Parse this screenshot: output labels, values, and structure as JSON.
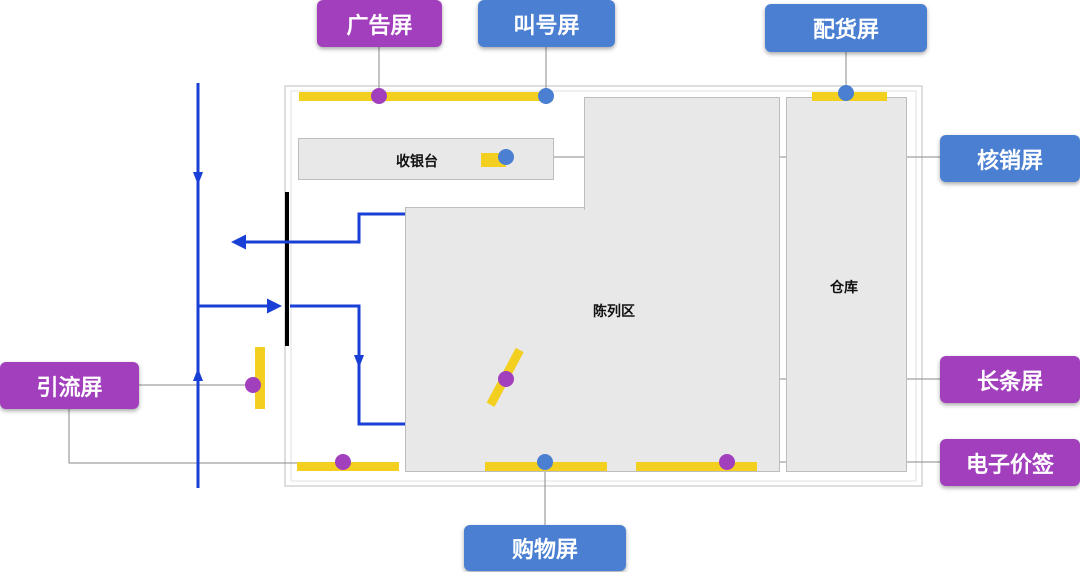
{
  "colors": {
    "blue_tag": "#4a7fd2",
    "purple_tag": "#a23fbd",
    "flow_line": "#1a3fd6",
    "screen_bar": "#f3cf1f",
    "zone_fill": "#e8e8e8"
  },
  "zones": {
    "cashier": "收银台",
    "display": "陈列区",
    "warehouse": "仓库"
  },
  "labels": {
    "ad_screen": "广告屏",
    "call_screen": "叫号屏",
    "delivery_screen": "配货屏",
    "verify_screen": "核销屏",
    "guide_screen": "引流屏",
    "strip_screen": "长条屏",
    "esl": "电子价签",
    "shopping_screen": "购物屏"
  }
}
